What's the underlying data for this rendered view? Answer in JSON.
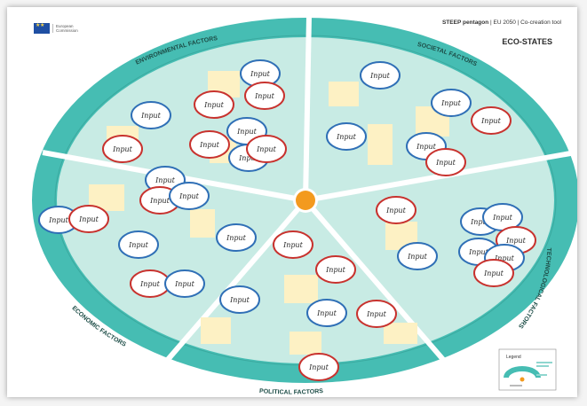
{
  "header": {
    "org_line1": "European",
    "org_line2": "Commission",
    "tool_title_bold": "STEEP pentagon",
    "tool_title_rest": " | EU 2050 | Co-creation tool",
    "subtitle": "ECO-STATES"
  },
  "ring_labels": {
    "environmental": "ENVIRONMENTAL FACTORS",
    "societal": "SOCIETAL FACTORS",
    "technological": "TECHNOLOGICAL FACTORS",
    "political": "POLITICAL FACTORS",
    "economic": "ECONOMIC FACTORS"
  },
  "input_label": "Input",
  "legend": {
    "title": "Legend"
  },
  "colors": {
    "ring": "#46bdb3",
    "sector": "#c8ebe4",
    "center": "#f39a1e",
    "blue_circle": "#2f6fb6",
    "red_circle": "#c8322e",
    "sticky": "#fdf1c4"
  }
}
